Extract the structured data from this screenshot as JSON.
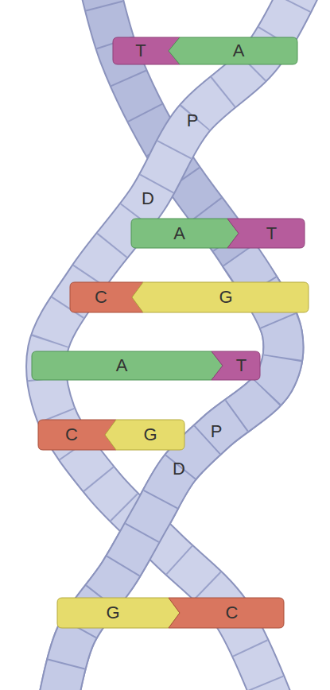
{
  "diagram": {
    "nodes": [
      {
        "text": [
          "T"
        ]
      },
      {
        "text": [
          "A"
        ]
      },
      {
        "text": [
          "A"
        ]
      },
      {
        "text": [
          "T"
        ]
      },
      {
        "text": [
          "C"
        ]
      },
      {
        "text": [
          "G"
        ]
      },
      {
        "text": [
          "A"
        ]
      },
      {
        "text": [
          "T"
        ]
      },
      {
        "text": [
          "C"
        ]
      },
      {
        "text": [
          "G"
        ]
      },
      {
        "text": [
          "G"
        ]
      },
      {
        "text": [
          "C"
        ]
      }
    ],
    "labels": [
      "P",
      "D",
      "P",
      "D"
    ]
  }
}
